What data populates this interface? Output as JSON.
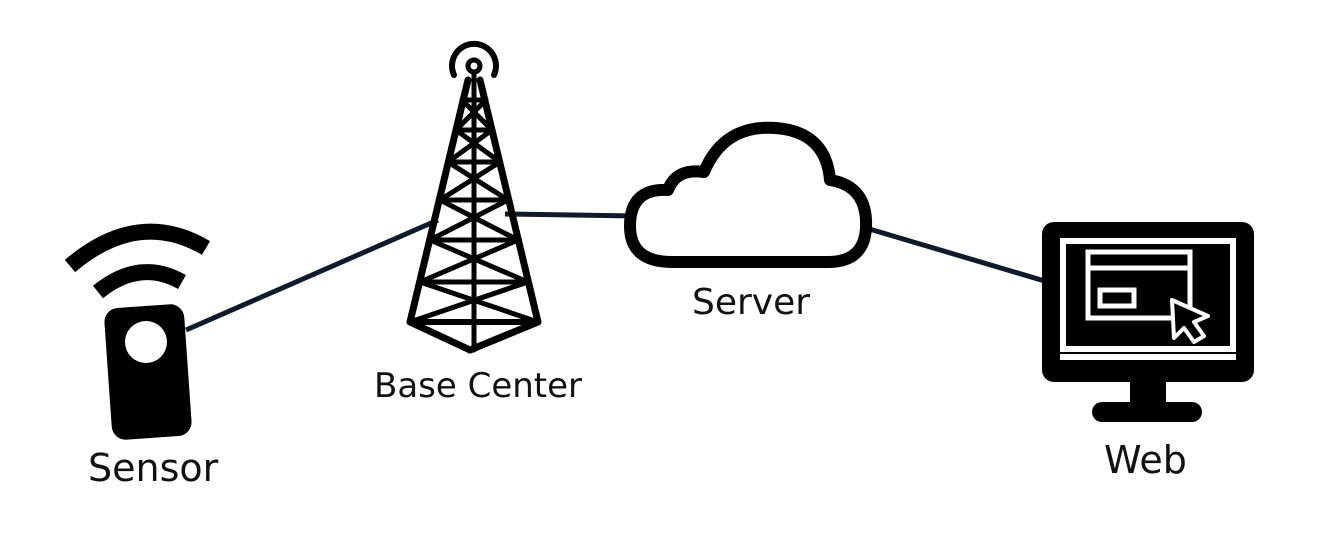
{
  "nodes": {
    "sensor": {
      "label": "Sensor",
      "icon": "wireless-sensor-icon"
    },
    "base_center": {
      "label": "Base Center",
      "icon": "radio-tower-icon"
    },
    "server": {
      "label": "Server",
      "icon": "cloud-icon"
    },
    "web": {
      "label": "Web",
      "icon": "monitor-browser-icon"
    }
  },
  "connections": [
    {
      "from": "Sensor",
      "to": "Base Center"
    },
    {
      "from": "Base Center",
      "to": "Server"
    },
    {
      "from": "Server",
      "to": "Web"
    }
  ],
  "colors": {
    "line": "#0f1a2a",
    "icon": "#000000",
    "background": "#ffffff"
  }
}
